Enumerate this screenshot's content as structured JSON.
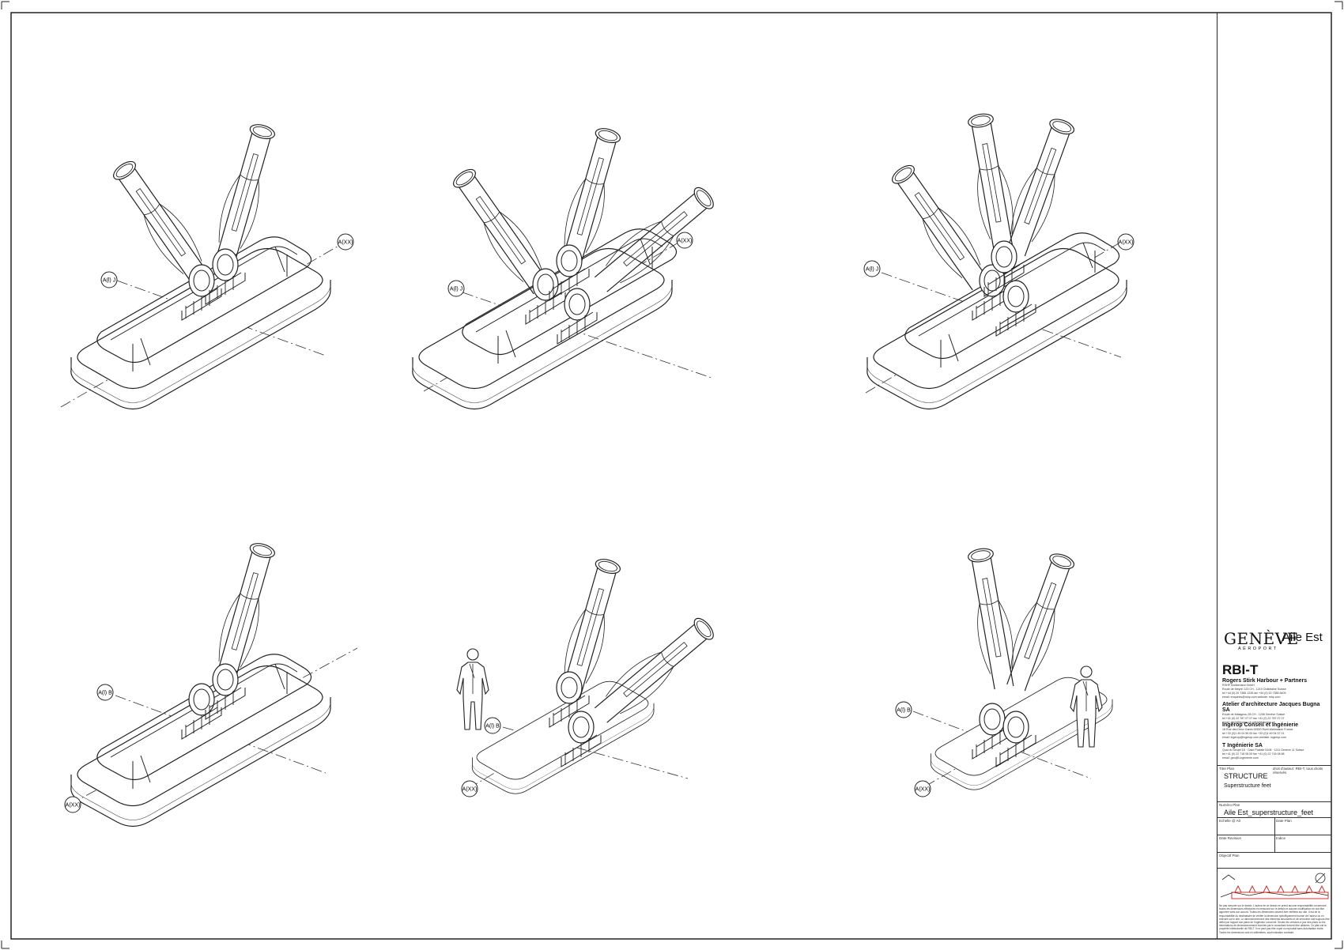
{
  "axes_labels": {
    "v1_j": "A(l) J",
    "v1_xx": "A(XX)",
    "v2_j": "A(l) J",
    "v2_xx": "A(XX)",
    "v3_j": "A(l) J",
    "v3_xx": "A(XX)",
    "v4_b": "A(l) B",
    "v4_xx": "A(XX)",
    "v5_b": "A(l) B",
    "v5_xx": "A(XX)",
    "v6_b": "A(l) B",
    "v6_xx": "A(XX)"
  },
  "title_block": {
    "client": "GENÈVE",
    "client_sub": "AÉROPORT",
    "wing": "Aile Est",
    "project": "RBI-T",
    "firms": [
      {
        "name": "Rogers Stirk Harbour + Partners",
        "lines": [
          "RSHP Switzerland GmbH",
          "Route de Meyrin 123 CH - 1219 Châtelaine Suisse",
          "tel +44 (0) 20 7385 1235 fax +44 (0) 20 7385 8409",
          "email: enquiries@rshp.com website: rshp.com"
        ]
      },
      {
        "name": "Atelier d'architecture Jacques Bugna SA",
        "lines": [
          "Route de Malagnou 28 CH - 1208 Genève Suisse",
          "tel +41 (0) 22 787 07 07 fax +41 (0) 22 787 07 07",
          "email: archi@bugna.ch website: bugna.ch"
        ]
      },
      {
        "name": "Ingérop Conseil et Ingénierie",
        "lines": [
          "18 Rue des Deux Gares 92500 Rueil-Malmaison France",
          "tel +33 (0)1 49 04 55 00 fax +33 (0)1 49 04 57 01",
          "email: ingerop@ingerop.com website: ingerop.com"
        ]
      },
      {
        "name": "T Ingénierie SA",
        "lines": [
          "Quai du Seujet 18 · Case Postale 5108 · 1211 Genève 11 Suisse",
          "tel +41 (0) 22 716 08 00 fax +41 (0) 22 716 08 88",
          "email: geo@t-ingenierie.com"
        ]
      }
    ],
    "title_plan_label": "Titre Plan",
    "copyright": "droit d'auteur: RBI-T, tous droits réservés",
    "title": "STRUCTURE",
    "subtitle": "Superstructure feet",
    "numero_label": "Numéro Plan",
    "numero": "Aile Est_superstructure_feet",
    "echelle_label": "Echelle @ A0",
    "date_plan_label": "Date Plan",
    "date_rev_label": "Date Revision",
    "indice_label": "Indice",
    "objectif_label": "Objectif Plan",
    "notes": "Ne pas mesurer sur le dessin. L'auteur de ce dessin ne prend aucune responsabilité concernant toutes les dimensions effectuées en mesurant sur le dessin et aucune modification ne doit être apportée sans son accord. Toutes les dimensions doivent être vérifiées sur site. Il est de la responsabilité du destinataire de vérifier la dimension spécifiquement fournie de l'auteur ou en relevant sur le site. Le dimensionnement des éléments structurels et de serrurerie doit toujours être défini par rapport aux plans de l'ingénieur concerné. Seules les versions à jour des plans ou les informations de dimensionnement fournies par le consultant doivent être utilisées. Ce plan est la propriété intellectuelle de RBI-T. Il ne peut pas être copié ou reproduit sans autorisation écrite. Toutes les dimensions sont en millimètres, sauf indication contraire."
  }
}
